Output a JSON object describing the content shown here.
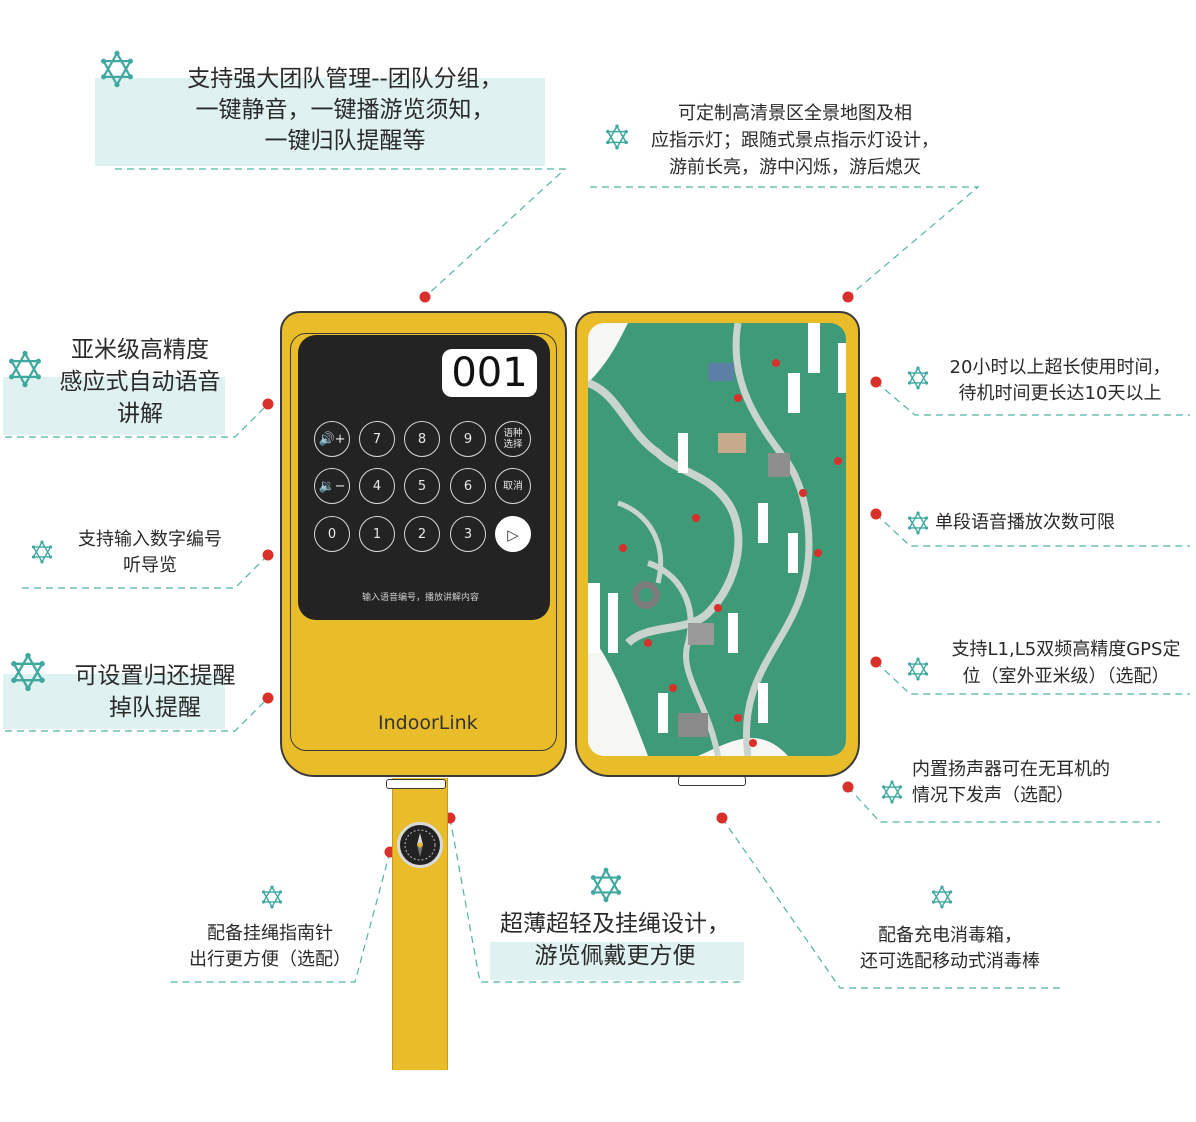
{
  "device": {
    "display_number": "001",
    "brand": "IndoorLink",
    "input_hint": "输入语音编号，播放讲解内容",
    "keys": [
      {
        "id": "vol-up",
        "label": "🔊+",
        "icon": "volume-up-icon"
      },
      {
        "id": "7",
        "label": "7"
      },
      {
        "id": "8",
        "label": "8"
      },
      {
        "id": "9",
        "label": "9"
      },
      {
        "id": "lang",
        "label": "语种\n选择"
      },
      {
        "id": "vol-down",
        "label": "🔉−",
        "icon": "volume-down-icon"
      },
      {
        "id": "4",
        "label": "4"
      },
      {
        "id": "5",
        "label": "5"
      },
      {
        "id": "6",
        "label": "6"
      },
      {
        "id": "cancel",
        "label": "取消"
      },
      {
        "id": "0",
        "label": "0"
      },
      {
        "id": "1",
        "label": "1"
      },
      {
        "id": "2",
        "label": "2"
      },
      {
        "id": "3",
        "label": "3"
      },
      {
        "id": "play",
        "label": "▷",
        "icon": "play-icon"
      }
    ]
  },
  "features": {
    "team": {
      "lines": [
        "支持强大团队管理--团队分组，",
        "一键静音，一键播游览须知，",
        "一键归队提醒等"
      ]
    },
    "map": {
      "lines": [
        "可定制高清景区全景地图及相",
        "应指示灯；跟随式景点指示灯设计，",
        "游前长亮，游中闪烁，游后熄灭"
      ]
    },
    "submeter": {
      "lines": [
        "亚米级高精度",
        "感应式自动语音",
        "讲解"
      ]
    },
    "number": {
      "lines": [
        "支持输入数字编号",
        "听导览"
      ]
    },
    "return": {
      "lines": [
        "可设置归还提醒",
        "掉队提醒"
      ]
    },
    "battery": {
      "lines": [
        "20小时以上超长使用时间，",
        "待机时间更长达10天以上"
      ]
    },
    "playcount": {
      "lines": [
        "单段语音播放次数可限"
      ]
    },
    "gps": {
      "lines": [
        "支持L1,L5双频高精度GPS定",
        "位（室外亚米级）（选配）"
      ]
    },
    "speaker": {
      "lines": [
        "内置扬声器可在无耳机的",
        "情况下发声（选配）"
      ]
    },
    "compass": {
      "lines": [
        "配备挂绳指南针",
        "出行更方便（选配）"
      ]
    },
    "lanyard": {
      "lines": [
        "超薄超轻及挂绳设计，",
        "游览佩戴更方便"
      ]
    },
    "disinfect": {
      "lines": [
        "配备充电消毒箱，",
        "还可选配移动式消毒棒"
      ]
    }
  },
  "colors": {
    "device_yellow": "#e9bc2a",
    "screen_dark": "#232323",
    "highlight_teal": "#dff1f0",
    "leader_teal": "#4fb3a5",
    "dot_red": "#d9302b",
    "map_green": "#3f9a78"
  }
}
